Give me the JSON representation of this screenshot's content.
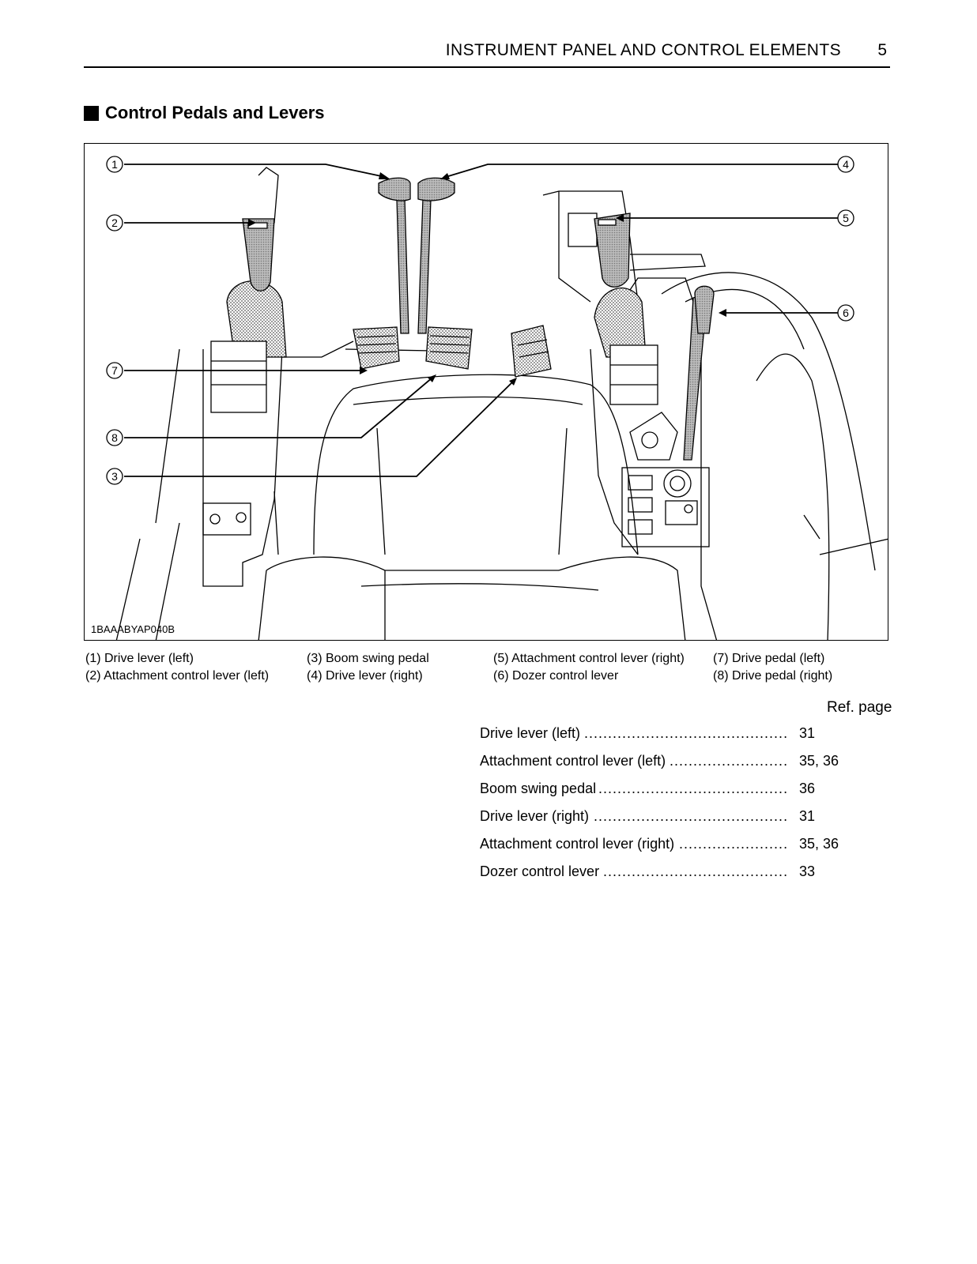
{
  "header": {
    "title": "INSTRUMENT PANEL AND CONTROL ELEMENTS",
    "page": "5"
  },
  "section": {
    "title": "Control Pedals and Levers"
  },
  "figure": {
    "code": "1BAAABYAP040B",
    "callouts": [
      "①",
      "②",
      "③",
      "④",
      "⑤",
      "⑥",
      "⑦",
      "⑧"
    ]
  },
  "legend": {
    "col1": [
      "(1) Drive lever (left)",
      "(2) Attachment control lever (left)"
    ],
    "col2": [
      "(3) Boom swing pedal",
      "(4) Drive lever (right)"
    ],
    "col3": [
      "(5) Attachment control lever (right)",
      "(6) Dozer control lever"
    ],
    "col4": [
      "(7) Drive pedal (left)",
      "(8) Drive pedal (right)"
    ]
  },
  "refs": {
    "header": "Ref. page",
    "items": [
      {
        "label": "Drive lever (left)",
        "page": "31"
      },
      {
        "label": "Attachment control lever (left)",
        "page": "35, 36"
      },
      {
        "label": "Boom swing pedal",
        "page": "36"
      },
      {
        "label": "Drive lever (right)",
        "page": "31"
      },
      {
        "label": "Attachment control lever (right)",
        "page": "35, 36"
      },
      {
        "label": "Dozer control lever",
        "page": "33"
      }
    ]
  }
}
